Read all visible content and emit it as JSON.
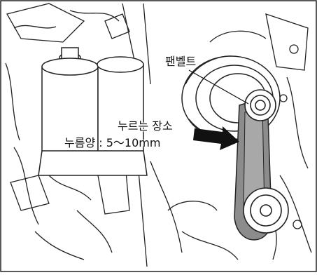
{
  "labels": {
    "fan_belt": "팬벨트",
    "press_point": "누르는 장소",
    "deflection": "누름양 : 5～10mm"
  },
  "colors": {
    "belt": "#8c8c8c",
    "line": "#1a1a1a",
    "background": "#ffffff",
    "arrow": "#111111"
  }
}
